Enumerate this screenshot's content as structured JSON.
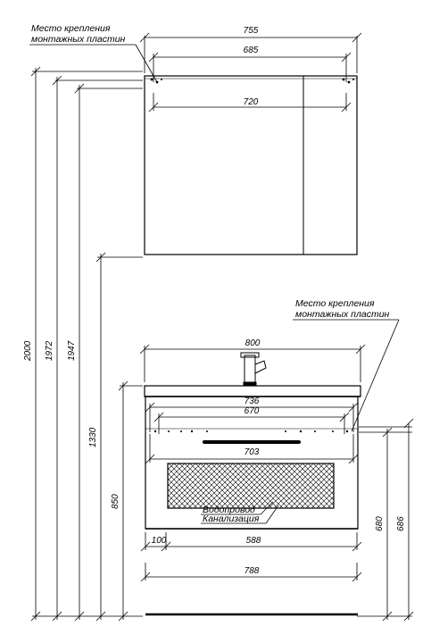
{
  "notes": {
    "mount_top": [
      "Место крепления",
      "монтажных пластин"
    ],
    "mount_bottom": [
      "Место крепления",
      "монтажных пластин"
    ],
    "water": "Водопровод",
    "sewer": "Канализация"
  },
  "dimensions": {
    "mirror_total": "755",
    "mirror_mount_spacing": "685",
    "mirror_inner": "720",
    "basin_width": "800",
    "cabinet_top": "736",
    "cabinet_mount_spacing": "670",
    "cabinet_inner": "703",
    "pipe_offset": "100",
    "pipe_span": "588",
    "base_width": "788",
    "height_2000": "2000",
    "height_1972": "1972",
    "height_1947": "1947",
    "height_1330": "1330",
    "height_850": "850",
    "height_680": "680",
    "height_686": "686"
  },
  "colors": {
    "line": "#000000"
  }
}
